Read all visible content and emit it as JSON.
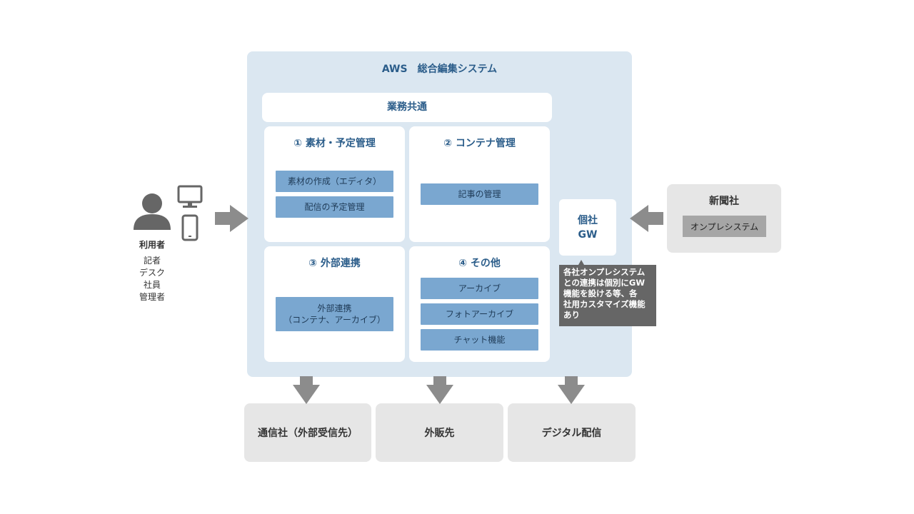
{
  "aws": {
    "title": "AWS　総合編集システム"
  },
  "common": {
    "title": "業務共通"
  },
  "sections": {
    "s1": {
      "title": "① 素材・予定管理",
      "items": [
        "素材の作成（エディタ）",
        "配信の予定管理"
      ]
    },
    "s2": {
      "title": "② コンテナ管理",
      "items": [
        "記事の管理"
      ]
    },
    "s3": {
      "title": "③ 外部連携",
      "item_line1": "外部連携",
      "item_line2": "（コンテナ、アーカイブ）"
    },
    "s4": {
      "title": "④ その他",
      "items": [
        "アーカイブ",
        "フォトアーカイブ",
        "チャット機能"
      ]
    }
  },
  "gateway": {
    "line1": "個社",
    "line2": "GW"
  },
  "note": {
    "lines": [
      "各社オンプレシステム",
      "との連携は個別にGW",
      "機能を設ける等、各",
      "社用カスタマイズ機能",
      "あり"
    ]
  },
  "newspaper": {
    "title": "新聞社",
    "system": "オンプレシステム"
  },
  "user": {
    "label": "利用者",
    "roles": [
      "記者",
      "デスク",
      "社員",
      "管理者"
    ]
  },
  "outputs": [
    "通信社（外部受信先）",
    "外販先",
    "デジタル配信"
  ],
  "colors": {
    "container": "#dbe7f1",
    "accent": "#2b5d8a",
    "button": "#7aa7d0",
    "arrow": "#8c8c8c",
    "note": "#666666"
  },
  "icons": [
    "person-icon",
    "monitor-icon",
    "tablet-icon",
    "arrow-right-icon",
    "arrow-left-icon",
    "arrow-down-icon"
  ]
}
